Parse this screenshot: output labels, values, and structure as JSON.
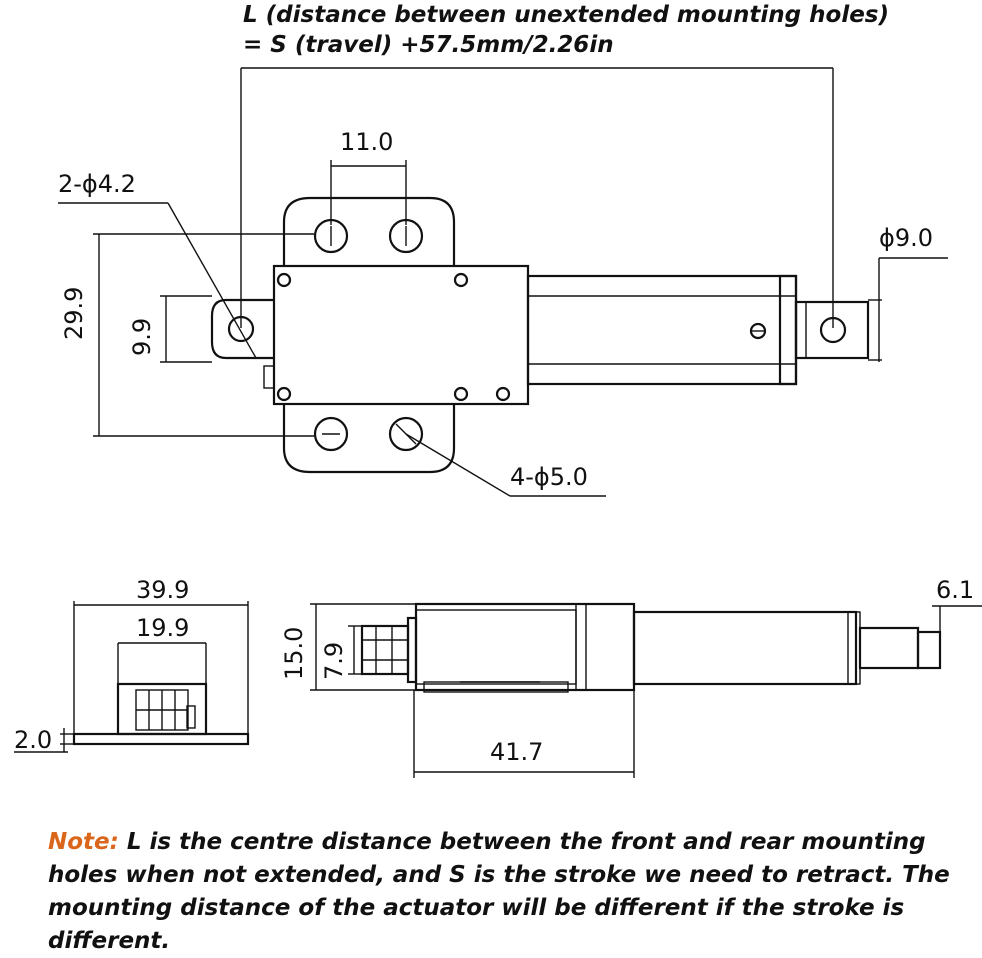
{
  "header": {
    "line1": "L (distance between unextended mounting holes)",
    "line2": "= S (travel) +57.5mm/2.26in"
  },
  "dimensions": {
    "hole_spacing": "11.0",
    "rear_holes": "2-ϕ4.2",
    "rod_end_dia": "ϕ9.0",
    "overall_height": "29.9",
    "rear_clevis": "9.9",
    "front_holes": "4-ϕ5.0",
    "width_outer": "39.9",
    "width_inner": "19.9",
    "base_thickness": "2.0",
    "side_height": "15.0",
    "shaft_height": "7.9",
    "body_length": "41.7",
    "rod_tip": "6.1"
  },
  "note": {
    "label": "Note:",
    "text": " L is the centre distance between the front and rear mounting holes when not extended, and S is the stroke we need to retract. The mounting distance of the actuator will be different if the stroke is different."
  }
}
